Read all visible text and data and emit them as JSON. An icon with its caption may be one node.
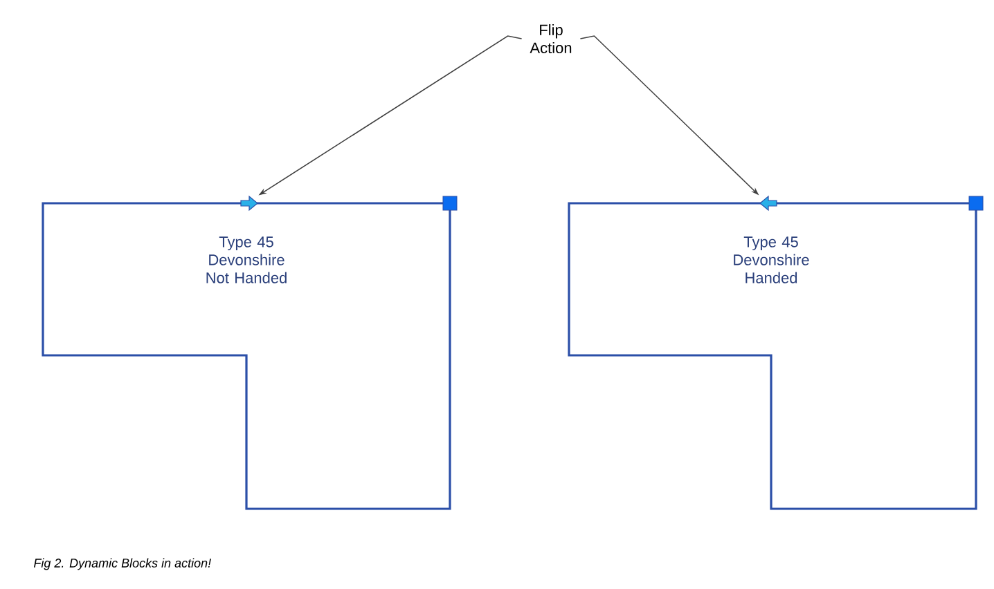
{
  "diagram": {
    "caption": "Fig 2. Dynamic Blocks in action!",
    "nodes": [
      {
        "text": [
          "Flip Action"
        ]
      },
      {
        "text": [
          "Type 45 Devonshire Not Handed"
        ]
      },
      {
        "text": [],
        "shape": "arrow"
      },
      {
        "text": [
          "Type 45 Devonshire Handed"
        ]
      },
      {
        "text": [],
        "shape": "arrow"
      }
    ],
    "edges": [
      {
        "from": 0,
        "to": 2,
        "arrow": "to"
      },
      {
        "from": 0,
        "to": 4,
        "arrow": "to"
      }
    ]
  }
}
